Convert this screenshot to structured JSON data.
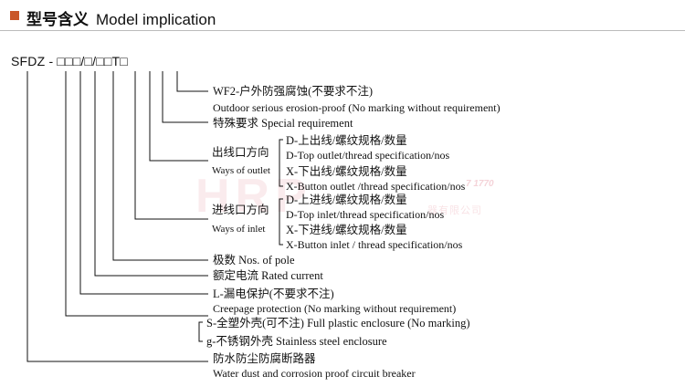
{
  "header": {
    "title_zh": "型号含义",
    "title_en": "Model implication",
    "accent_color": "#c9572a"
  },
  "model_code": "SFDZ - □□□/□/□□T□",
  "watermark": {
    "logo": "HRP",
    "tel": "7 1770",
    "company": "器有限公司"
  },
  "items": {
    "wf2_zh": "WF2-户外防强腐蚀(不要求不注)",
    "wf2_en": "Outdoor serious erosion-proof (No marking without requirement)",
    "special": "特殊要求 Special requirement",
    "outlet_zh": "出线口方向",
    "outlet_en": "Ways of outlet",
    "outlet_d_zh": "D-上出线/螺纹规格/数量",
    "outlet_d_en": "D-Top outlet/thread specification/nos",
    "outlet_x_zh": "X-下出线/螺纹规格/数量",
    "outlet_x_en": "X-Button outlet /thread specification/nos",
    "inlet_zh": "进线口方向",
    "inlet_en": "Ways of inlet",
    "inlet_d_zh": "D-上进线/螺纹规格/数量",
    "inlet_d_en": "D-Top inlet/thread specification/nos",
    "inlet_x_zh": "X-下进线/螺纹规格/数量",
    "inlet_x_en": "X-Button inlet / thread specification/nos",
    "poles": "极数 Nos. of pole",
    "current": "额定电流  Rated current",
    "leak_zh": "L-漏电保护(不要求不注)",
    "leak_en": "Creepage  protection (No  marking  without  requirement)",
    "plastic": "S-全塑外壳(可不注)  Full  plastic enclosure (No marking)",
    "steel": "g-不锈钢外壳   Stainless  steel  enclosure",
    "breaker_zh": "防水防尘防腐断路器",
    "breaker_en": "Water  dust  and  corrosion  proof  circuit  breaker"
  }
}
